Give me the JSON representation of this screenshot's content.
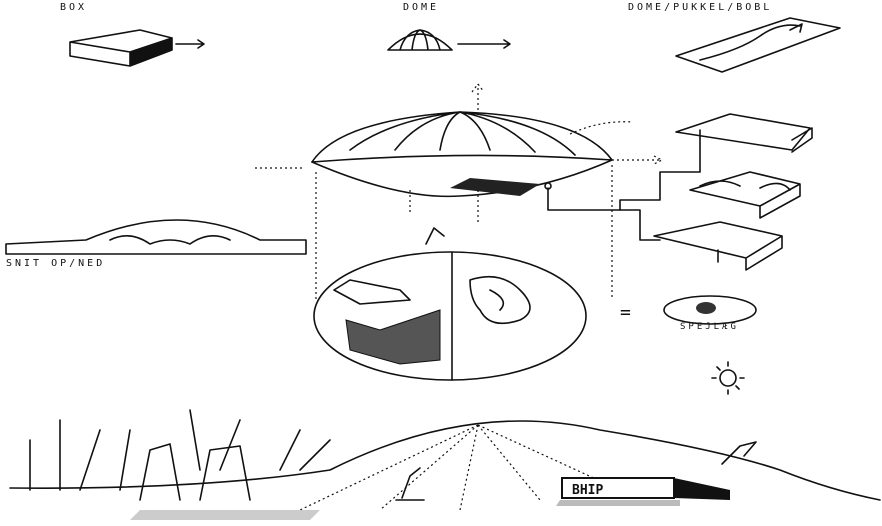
{
  "labels": {
    "box": "BOX",
    "dome": "DOME",
    "dome_variants": "DOME/PUKKEL/BOBL",
    "section": "SNIT OP/NED",
    "egg": "SPEJLÆG",
    "equals": "="
  },
  "graffiti_text": "BHIP"
}
